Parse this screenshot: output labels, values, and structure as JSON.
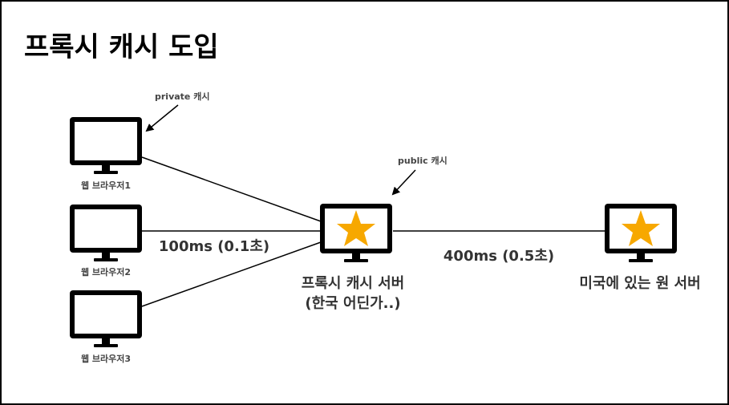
{
  "title": "프록시 캐시 도입",
  "browsers": [
    {
      "label": "웹 브라우저1"
    },
    {
      "label": "웹 브라우저2"
    },
    {
      "label": "웹 브라우저3"
    }
  ],
  "private_cache_label": "private 캐시",
  "public_cache_label": "public 캐시",
  "proxy_server": {
    "line1": "프록시 캐시 서버",
    "line2": "(한국 어딘가..)"
  },
  "origin_server": {
    "label": "미국에 있는 원 서버"
  },
  "latency": {
    "browser_to_proxy": "100ms (0.1초)",
    "proxy_to_origin": "400ms (0.5초)"
  },
  "colors": {
    "star": "#f7a800",
    "monitor": "#000000",
    "text": "#333333"
  },
  "icons": {
    "monitor": "monitor-icon",
    "star": "star-icon",
    "arrow": "arrow-icon"
  }
}
